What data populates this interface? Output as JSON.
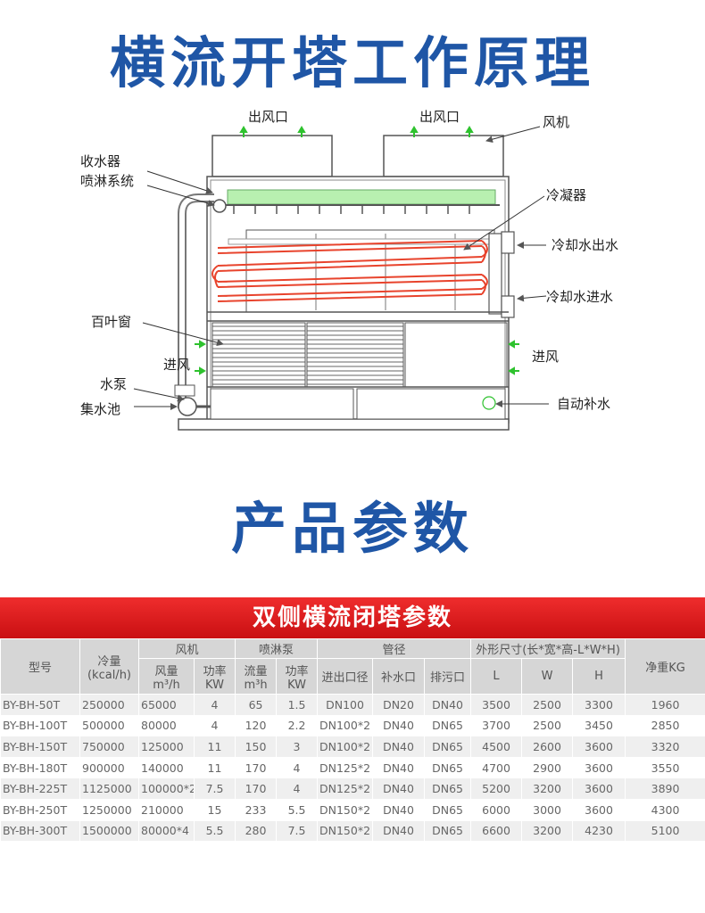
{
  "title1": "横流开塔工作原理",
  "title2": "产品参数",
  "diagram": {
    "labels": {
      "outlet_left": "出风口",
      "outlet_right": "出风口",
      "fan": "风机",
      "collector": "收水器",
      "spray": "喷淋系统",
      "condenser": "冷凝器",
      "water_out": "冷却水出水",
      "water_in": "冷却水进水",
      "louver": "百叶窗",
      "air_in_left": "进风",
      "air_in_right": "进风",
      "pump": "水泵",
      "basin": "集水池",
      "makeup": "自动补水"
    },
    "colors": {
      "fill_media": "#b8f0b0",
      "coil": "#e8432c",
      "arrow": "#2ec22e",
      "line": "#555555"
    }
  },
  "table": {
    "title": "双侧横流闭塔参数",
    "headers": {
      "model": "型号",
      "capacity": "冷量",
      "capacity_unit": "(kcal/h)",
      "fan": "风机",
      "spray_pump": "喷淋泵",
      "pipe": "管径",
      "dims": "外形尺寸(长*宽*高-L*W*H)",
      "weight": "净重KG",
      "air_flow": "风量",
      "air_flow_unit": "m³/h",
      "power": "功率",
      "power_unit": "KW",
      "flow": "流量",
      "flow_unit": "m³h",
      "pump_power": "功率",
      "pump_power_unit": "KW",
      "inout": "进出口径",
      "makeup": "补水口",
      "drain": "排污口",
      "L": "L",
      "W": "W",
      "H": "H"
    },
    "rows": [
      [
        "BY-BH-50T",
        "250000",
        "65000",
        "4",
        "65",
        "1.5",
        "DN100",
        "DN20",
        "DN40",
        "3500",
        "2500",
        "3300",
        "1960"
      ],
      [
        "BY-BH-100T",
        "500000",
        "80000",
        "4",
        "120",
        "2.2",
        "DN100*2",
        "DN40",
        "DN65",
        "3700",
        "2500",
        "3450",
        "2850"
      ],
      [
        "BY-BH-150T",
        "750000",
        "125000",
        "11",
        "150",
        "3",
        "DN100*2",
        "DN40",
        "DN65",
        "4500",
        "2600",
        "3600",
        "3320"
      ],
      [
        "BY-BH-180T",
        "900000",
        "140000",
        "11",
        "170",
        "4",
        "DN125*2",
        "DN40",
        "DN65",
        "4700",
        "2900",
        "3600",
        "3550"
      ],
      [
        "BY-BH-225T",
        "1125000",
        "100000*2",
        "7.5",
        "170",
        "4",
        "DN125*2",
        "DN40",
        "DN65",
        "5200",
        "3200",
        "3600",
        "3890"
      ],
      [
        "BY-BH-250T",
        "1250000",
        "210000",
        "15",
        "233",
        "5.5",
        "DN150*2",
        "DN40",
        "DN65",
        "6000",
        "3000",
        "3600",
        "4300"
      ],
      [
        "BY-BH-300T",
        "1500000",
        "80000*4",
        "5.5",
        "280",
        "7.5",
        "DN150*2",
        "DN40",
        "DN65",
        "6600",
        "3200",
        "4230",
        "5100"
      ]
    ]
  }
}
